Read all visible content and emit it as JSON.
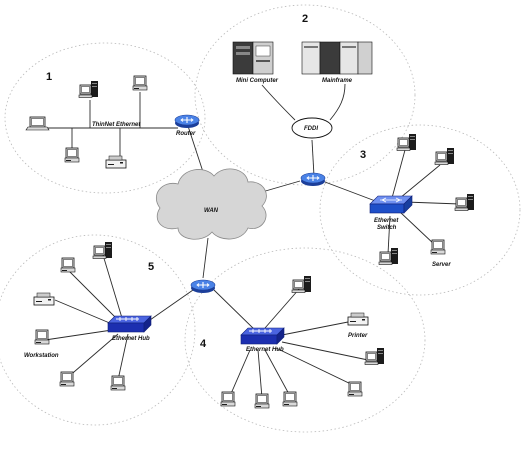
{
  "zones": {
    "z1": "1",
    "z2": "2",
    "z3": "3",
    "z4": "4",
    "z5": "5"
  },
  "labels": {
    "thinnet": "ThinNet Ethernet",
    "router": "Router",
    "mini_computer": "Mini Computer",
    "mainframe": "Mainframe",
    "fddi": "FDDI",
    "wan": "WAN",
    "ethernet_switch_line1": "Ethernet",
    "ethernet_switch_line2": "Switch",
    "server": "Server",
    "ethernet_hub_5": "Ethernet Hub",
    "workstation": "Workstation",
    "ethernet_hub_4": "Ethernet Hub",
    "printer": "Printer"
  },
  "colors": {
    "router": "#3a6fd8",
    "switch": "#1f4fc8",
    "hub": "#1c2fb0",
    "cloud": "#d6d6d6"
  }
}
